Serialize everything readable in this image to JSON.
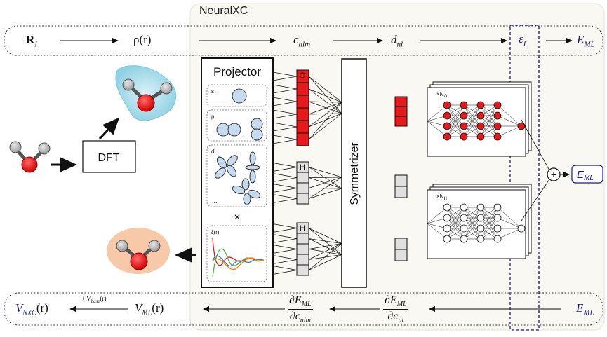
{
  "neuralxc_label": "NeuralXC",
  "top_row": {
    "r_i": "R",
    "r_i_sub": "I",
    "rho": "ρ(r)",
    "c_nlm": "c",
    "c_nlm_sub": "nlm",
    "d_nl": "d",
    "d_nl_sub": "nl",
    "eps_i": "ε",
    "eps_i_sub": "I",
    "e_ml": "E",
    "e_ml_sub": "ML"
  },
  "dft_label": "DFT",
  "projector": {
    "title": "Projector",
    "s_label": "s",
    "p_label": "p",
    "d_label": "d",
    "ellipsis": "...",
    "times": "×",
    "radial_label": "ζ(r)"
  },
  "symmetrizer_label": "Symmetrizer",
  "element_o": "O",
  "element_h1": "H",
  "element_h2": "H",
  "net_o_label": "×N",
  "net_o_sub": "O",
  "net_h_label": "×N",
  "net_h_sub": "H",
  "sum_symbol": "+",
  "sum_output": "E",
  "sum_output_sub": "ML",
  "bottom_row": {
    "v_nxc": "V",
    "v_nxc_sub": "NXC",
    "v_nxc_arg": "(r)",
    "v_base_prefix": "+ V",
    "v_base_sub": "base",
    "v_base_arg": "(r)",
    "v_ml": "V",
    "v_ml_sub": "ML",
    "v_ml_arg": "(r)",
    "dE_dc_num": "∂E",
    "dE_dc_num_sub": "ML",
    "dE_dc_den": "∂c",
    "dE_dc_den_sub": "nlm",
    "dE_dd_num": "∂E",
    "dE_dd_num_sub": "ML",
    "dE_dd_den": "∂c",
    "dE_dd_den_sub": "nl",
    "e_ml": "E",
    "e_ml_sub": "ML"
  },
  "colors": {
    "oxygen": "#e41a1c",
    "hydrogen": "#bdbdbd",
    "orbital_fill": "#c6dbef",
    "dashed_box": "#1a1a8c",
    "panel_bg": "#faf8f2",
    "orbital_blob": "#a6dbe8",
    "salmon_blob": "#f7c9a8",
    "curve_red": "#e41a1c",
    "curve_green": "#4daf4a",
    "curve_blue": "#377eb8",
    "curve_orange": "#ff7f00"
  }
}
